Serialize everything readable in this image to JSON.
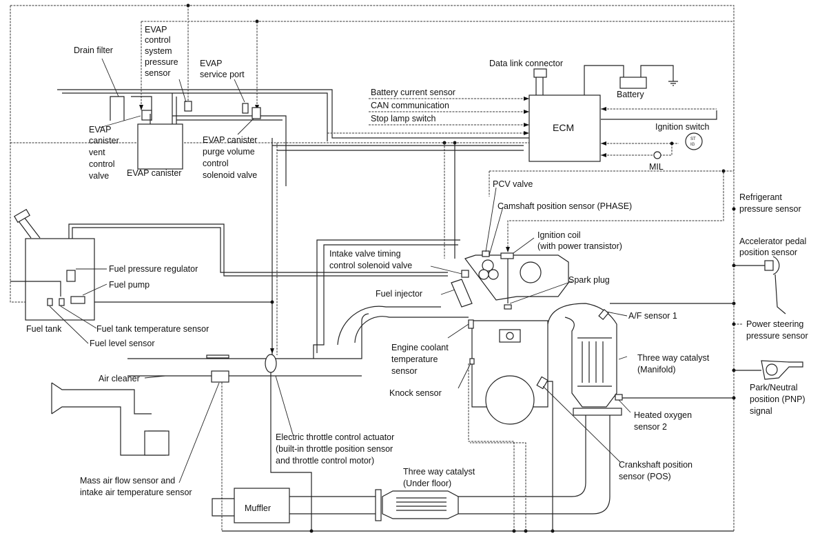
{
  "diagram": {
    "title": "Engine control system diagram",
    "ecm": "ECM",
    "evap": {
      "drain_filter": "Drain filter",
      "pressure_sensor": [
        "EVAP",
        "control",
        "system",
        "pressure",
        "sensor"
      ],
      "service_port": [
        "EVAP",
        "service port"
      ],
      "vent_valve": [
        "EVAP",
        "canister",
        "vent",
        "control",
        "valve"
      ],
      "canister": "EVAP canister",
      "purge_valve": [
        "EVAP canister",
        "purge volume",
        "control",
        "solenoid valve"
      ]
    },
    "ecm_inputs": {
      "battery_current_sensor": "Battery current sensor",
      "can_communication": "CAN communication",
      "stop_lamp_switch": "Stop lamp switch"
    },
    "data_link_connector": "Data link connector",
    "battery": "Battery",
    "ignition_switch": {
      "label": "Ignition switch",
      "st": "ST",
      "ig": "IG"
    },
    "mil": "MIL",
    "engine": {
      "pcv_valve": "PCV valve",
      "camshaft_sensor": "Camshaft position sensor (PHASE)",
      "ignition_coil": [
        "Ignition coil",
        "(with power transistor)"
      ],
      "intake_valve_timing": [
        "Intake valve timing",
        "control solenoid valve"
      ],
      "spark_plug": "Spark plug",
      "fuel_injector": "Fuel injector",
      "af_sensor": "A/F sensor 1",
      "coolant_sensor": [
        "Engine coolant",
        "temperature",
        "sensor"
      ],
      "knock_sensor": "Knock sensor",
      "catalyst_manifold": [
        "Three way catalyst",
        "(Manifold)"
      ],
      "heated_o2": [
        "Heated oxygen",
        "sensor 2"
      ],
      "crankshaft_sensor": [
        "Crankshaft position",
        "sensor (POS)"
      ]
    },
    "right_side": {
      "refrigerant": [
        "Refrigerant",
        "pressure sensor"
      ],
      "accel_pedal": [
        "Accelerator pedal",
        "position sensor"
      ],
      "power_steering": [
        "Power steering",
        "pressure sensor"
      ],
      "pnp": [
        "Park/Neutral",
        "position (PNP)",
        "signal"
      ]
    },
    "fuel": {
      "pressure_regulator": "Fuel pressure regulator",
      "pump": "Fuel pump",
      "tank": "Fuel tank",
      "tank_temp_sensor": "Fuel tank temperature sensor",
      "level_sensor": "Fuel level sensor"
    },
    "intake": {
      "air_cleaner": "Air cleaner",
      "maf": [
        "Mass air flow sensor and",
        "intake air temperature sensor"
      ],
      "throttle": [
        "Electric throttle control actuator",
        "(built-in throttle position sensor",
        "and throttle control motor)"
      ]
    },
    "exhaust": {
      "muffler": "Muffler",
      "catalyst_underfloor": [
        "Three way catalyst",
        "(Under floor)"
      ]
    }
  }
}
